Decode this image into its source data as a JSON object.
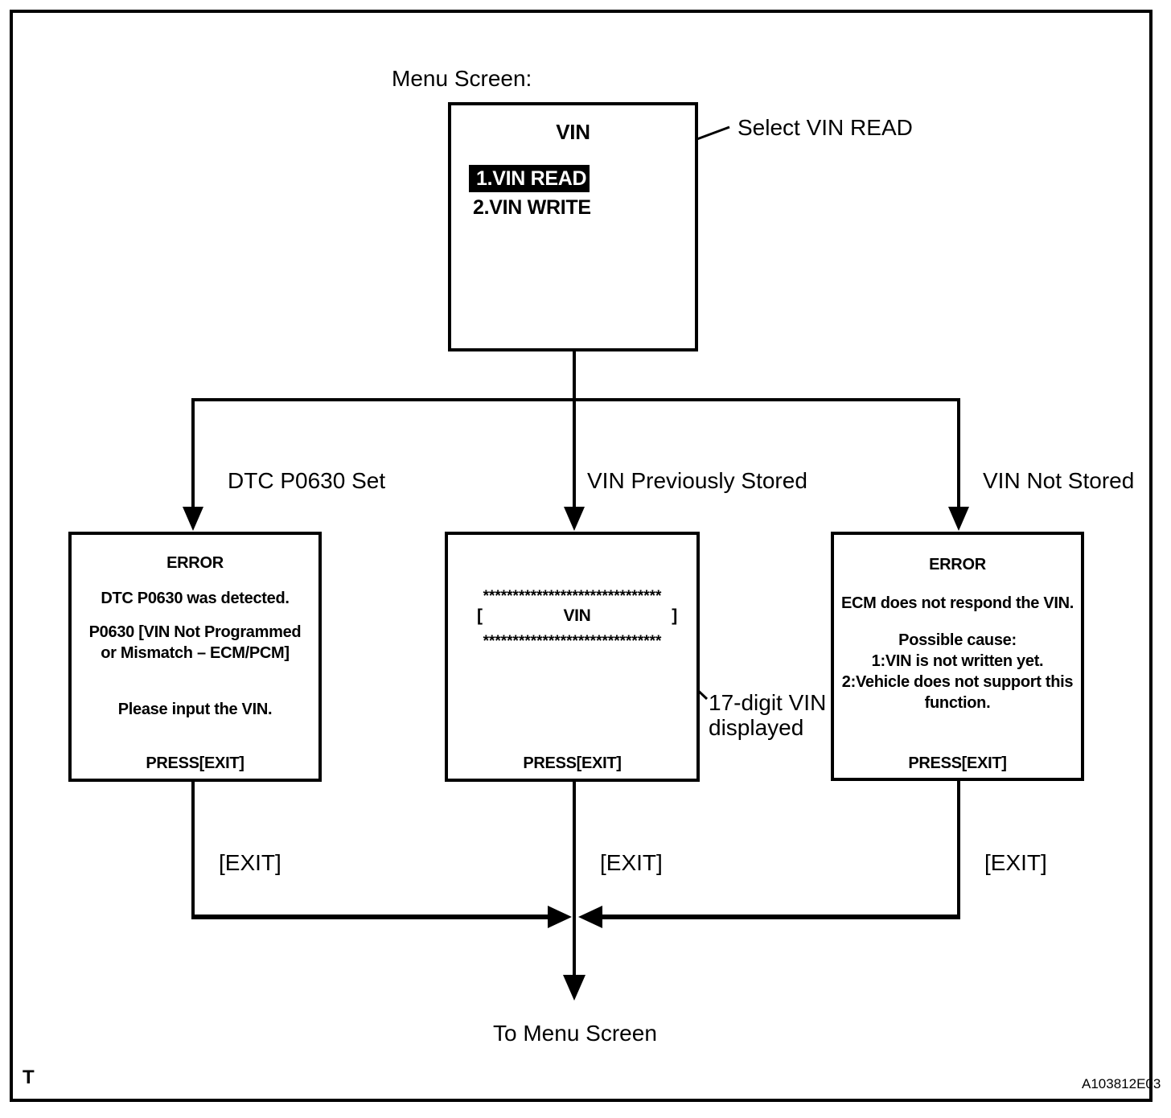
{
  "page": {
    "menu_screen_label": "Menu Screen:",
    "to_menu_label": "To Menu Screen",
    "footer_left": "T",
    "footer_right": "A103812E03",
    "line_color": "#000000",
    "background_color": "#ffffff"
  },
  "menu_screen": {
    "title": "VIN",
    "items": [
      {
        "label": "1.VIN READ",
        "selected": true
      },
      {
        "label": "2.VIN WRITE",
        "selected": false
      }
    ],
    "annotation": "Select VIN READ"
  },
  "branches": {
    "left_label": "DTC P0630 Set",
    "center_label": "VIN Previously Stored",
    "right_label": "VIN Not Stored"
  },
  "dtc_error_screen": {
    "title": "ERROR",
    "line1": "DTC P0630 was detected.",
    "line2": "P0630  [VIN Not Programmed\nor Mismatch – ECM/PCM]",
    "line3": "Please input the VIN.",
    "press": "PRESS[EXIT]"
  },
  "vin_display_screen": {
    "stars_top": "******************************",
    "bracket_open": "[",
    "vin_label": "VIN",
    "bracket_close": "]",
    "stars_bottom": "******************************",
    "press": "PRESS[EXIT]",
    "annotation": "17-digit VIN\ndisplayed"
  },
  "no_response_screen": {
    "title": "ERROR",
    "line1": "ECM does not respond the VIN.",
    "line2": "Possible cause:\n1:VIN is not written yet.\n2:Vehicle does not support this\nfunction.",
    "press": "PRESS[EXIT]"
  },
  "exits": {
    "left": "[EXIT]",
    "center": "[EXIT]",
    "right": "[EXIT]"
  }
}
